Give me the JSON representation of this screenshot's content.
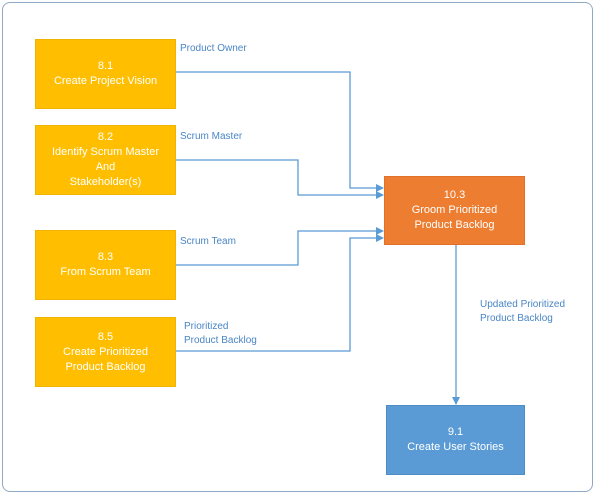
{
  "nodes": {
    "n81": {
      "id": "8.1",
      "lines": [
        "Create Project Vision"
      ]
    },
    "n82": {
      "id": "8.2",
      "lines": [
        "Identify Scrum Master",
        "And",
        "Stakeholder(s)"
      ]
    },
    "n83": {
      "id": "8.3",
      "lines": [
        "From Scrum Team"
      ]
    },
    "n85": {
      "id": "8.5",
      "lines": [
        "Create Prioritized",
        "Product Backlog"
      ]
    },
    "n103": {
      "id": "10.3",
      "lines": [
        "Groom Prioritized",
        "Product Backlog"
      ]
    },
    "n91": {
      "id": "9.1",
      "lines": [
        "Create User Stories"
      ]
    }
  },
  "edges": {
    "e1": {
      "label": "Product Owner"
    },
    "e2": {
      "label": "Scrum Master"
    },
    "e3": {
      "label": "Scrum Team"
    },
    "e4": {
      "label_lines": [
        "Prioritized",
        "Product Backlog"
      ]
    },
    "e5": {
      "label_lines": [
        "Updated Prioritized",
        "Product Backlog"
      ]
    }
  },
  "colors": {
    "input_box": "#ffbf00",
    "process_box": "#ed7d31",
    "output_box": "#5b9bd5",
    "connector": "#5b9bd5",
    "label_text": "#4a86c5"
  }
}
